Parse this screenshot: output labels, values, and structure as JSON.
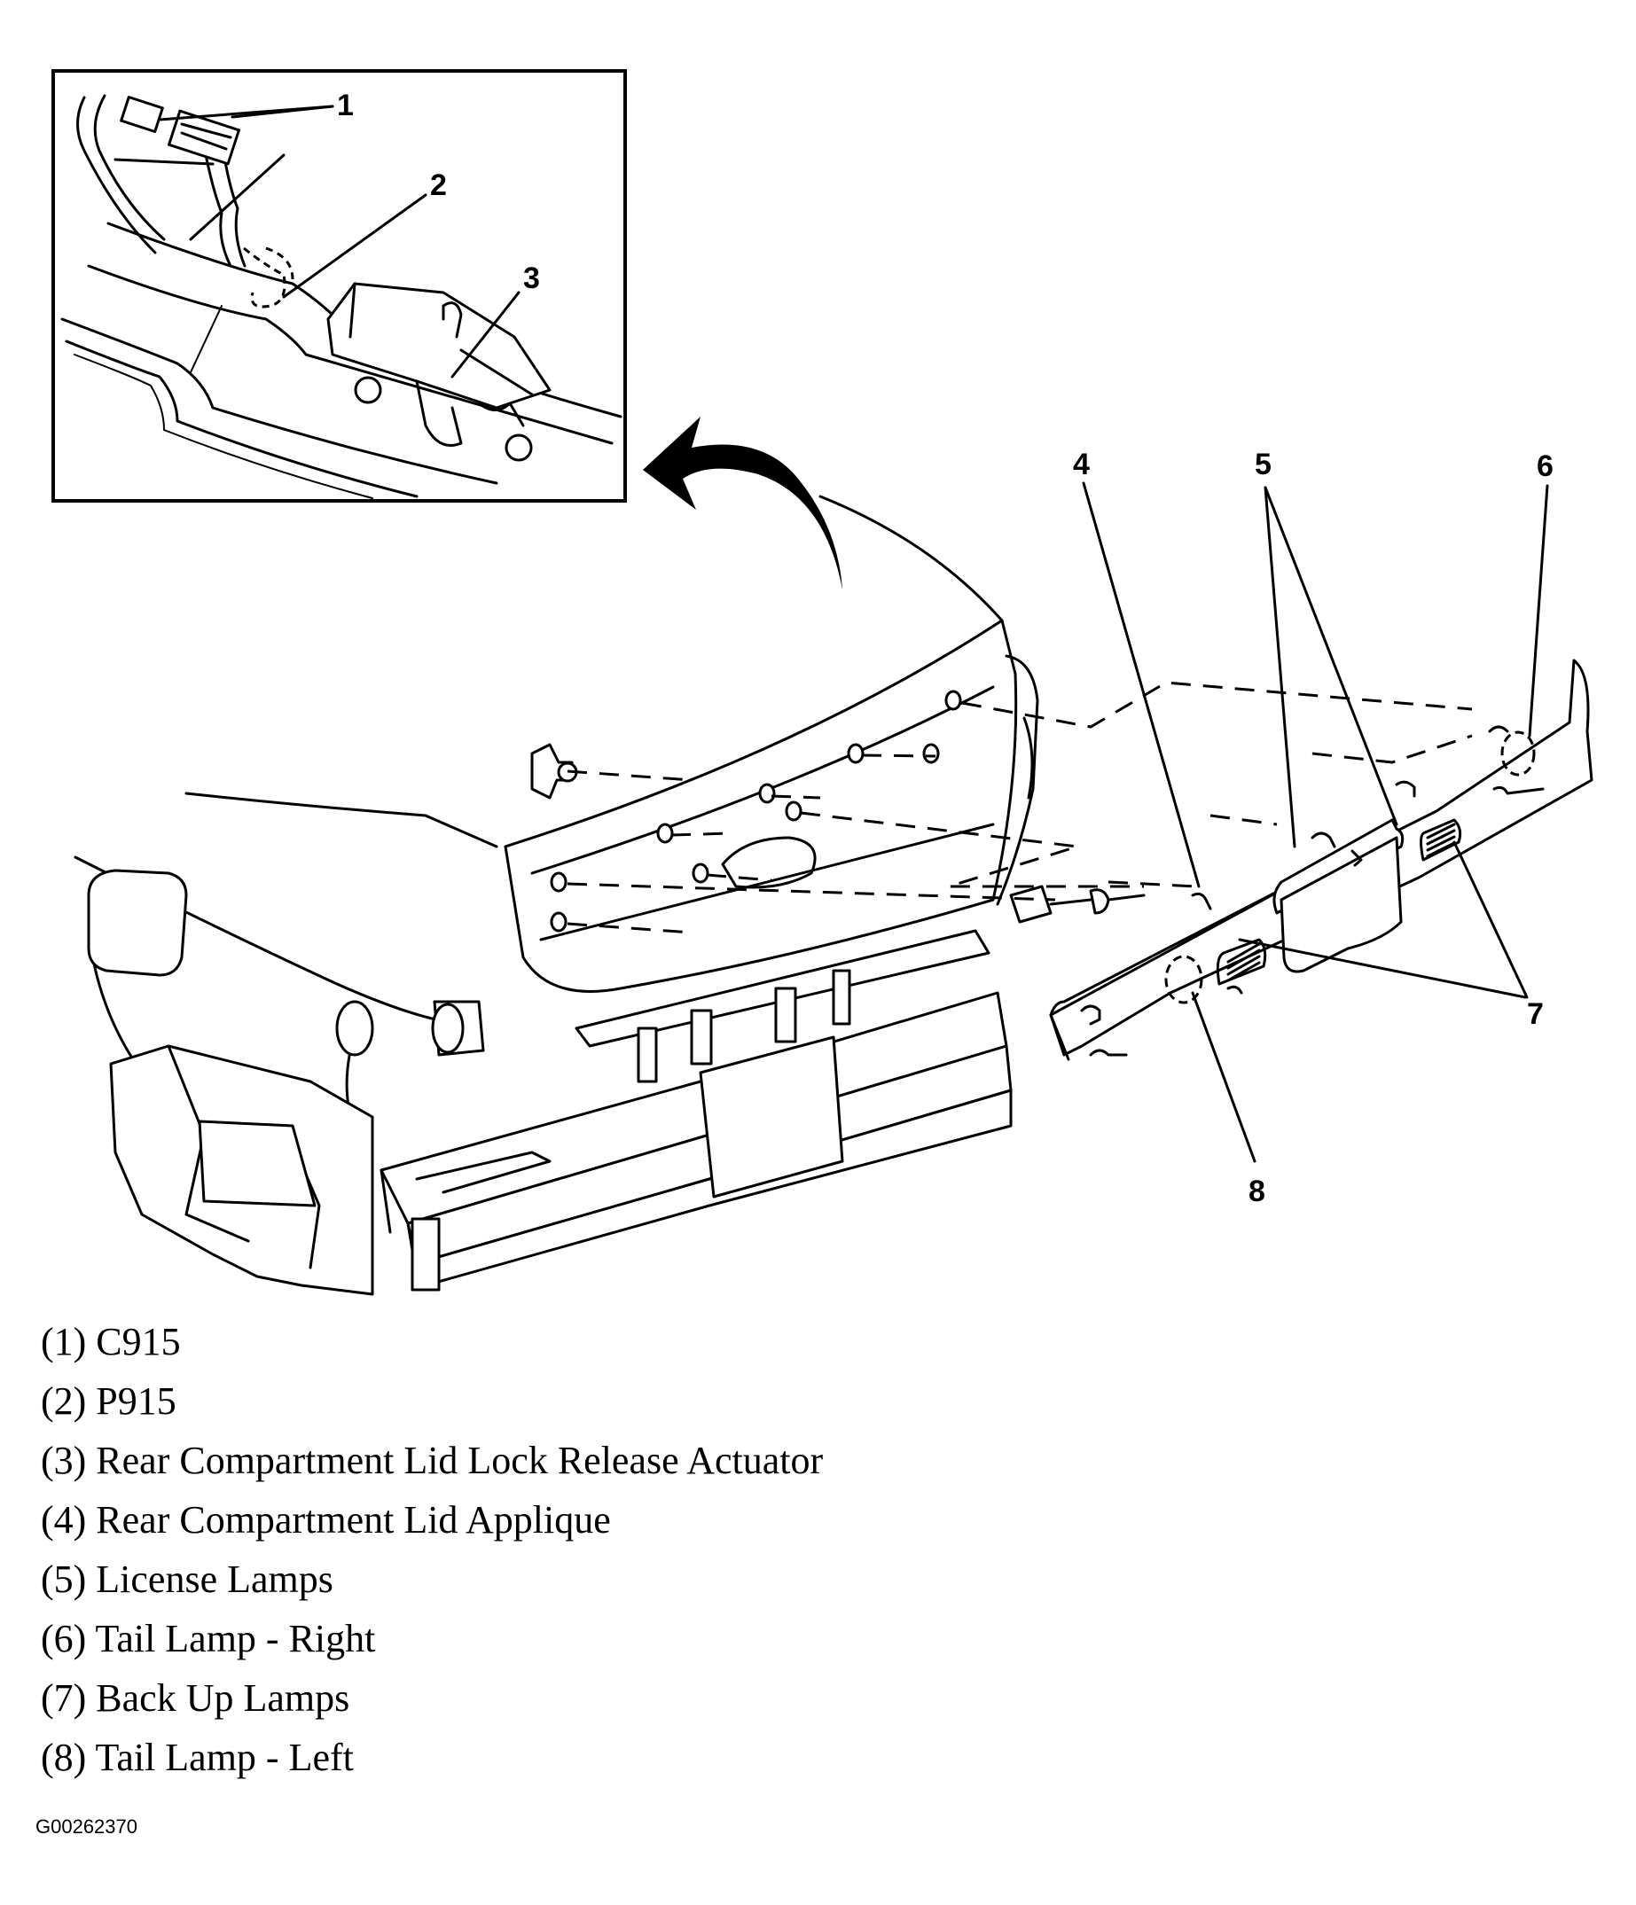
{
  "callouts": [
    "1",
    "2",
    "3",
    "4",
    "5",
    "6",
    "7",
    "8"
  ],
  "legend": [
    "(1) C915",
    "(2) P915",
    "(3) Rear Compartment Lid Lock Release Actuator",
    "(4) Rear Compartment Lid Applique",
    "(5) License Lamps",
    "(6) Tail Lamp - Right",
    "(7) Back Up Lamps",
    "(8) Tail Lamp - Left"
  ],
  "figure_id": "G00262370"
}
